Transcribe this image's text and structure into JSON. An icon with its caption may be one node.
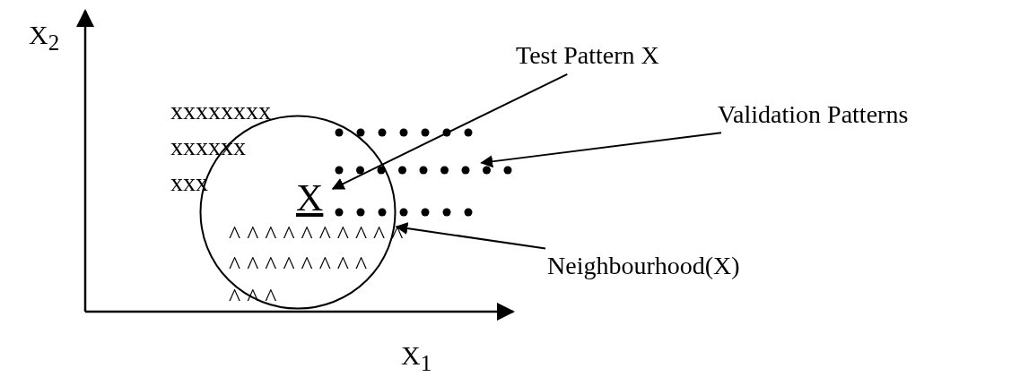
{
  "diagram": {
    "nodes": [
      {
        "text": [],
        "shape": "circle"
      },
      {
        "text": [
          "X"
        ],
        "in": 0
      },
      {
        "text": [
          "Test Pattern X"
        ]
      },
      {
        "text": [],
        "shape": "dots"
      },
      {
        "text": [
          "Validation Patterns"
        ]
      },
      {
        "text": [
          "Neighbourhood(X)"
        ]
      }
    ],
    "edges": [
      {
        "from": 2,
        "to": 1,
        "arrow": "to"
      },
      {
        "from": 4,
        "to": 3,
        "arrow": "to"
      },
      {
        "from": 5,
        "to": 0,
        "arrow": "to"
      }
    ],
    "labels": [
      "X$_{2}$",
      "xxxxxxxx",
      "xxxxxx",
      "xxx",
      "^^^^^^^^^^",
      "^^^^^^^^",
      "^^^",
      "X$_{1}$"
    ]
  }
}
